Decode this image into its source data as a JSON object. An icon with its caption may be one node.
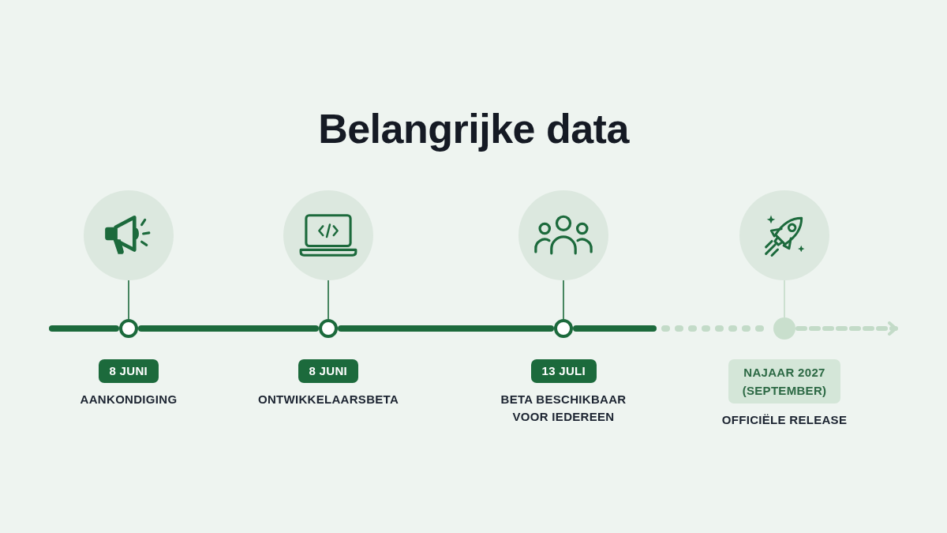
{
  "diagram": {
    "title": "Belangrijke data",
    "nodes": [
      {
        "text": [],
        "shape": "circle"
      },
      {
        "text": [],
        "shape": "circle"
      },
      {
        "text": [],
        "shape": "circle"
      },
      {
        "text": [],
        "shape": "circle"
      },
      {
        "text": [],
        "shape": "circle"
      },
      {
        "text": [],
        "shape": "circle"
      },
      {
        "text": [],
        "shape": "circle"
      },
      {
        "text": [],
        "shape": "circle"
      },
      {
        "text": [
          "8 JUNI"
        ],
        "beside": [
          "AANKONDIGING"
        ]
      },
      {
        "text": [
          "8 JUNI"
        ],
        "beside": [
          "ONTWIKKELAARSBETA"
        ]
      },
      {
        "text": [
          "13 JULI"
        ],
        "beside": [
          "BETA BESCHIKBAAR VOOR IEDEREEN"
        ]
      },
      {
        "text": [
          "NAJAAR 2027 (SEPTEMBER)"
        ],
        "beside": [
          "OFFICIËLE RELEASE"
        ]
      }
    ],
    "edges": [
      {
        "from": 0,
        "to": 4,
        "arrow": "none"
      },
      {
        "from": 1,
        "to": 5,
        "arrow": "none"
      },
      {
        "from": 2,
        "to": 6,
        "arrow": "none"
      },
      {
        "from": 3,
        "to": 7,
        "arrow": "none",
        "color": "#c3dbc8"
      },
      {
        "from": null,
        "to": 4,
        "arrow": "none",
        "style": "thick"
      },
      {
        "from": 4,
        "to": 5,
        "arrow": "none",
        "style": "thick"
      },
      {
        "from": 5,
        "to": 6,
        "arrow": "none",
        "style": "thick"
      },
      {
        "from": 6,
        "to": 7,
        "arrow": "none",
        "style": "thick"
      },
      {
        "from": 7,
        "to": null,
        "arrow": "to",
        "style": "dashed",
        "color": "#c3dbc8"
      }
    ]
  }
}
